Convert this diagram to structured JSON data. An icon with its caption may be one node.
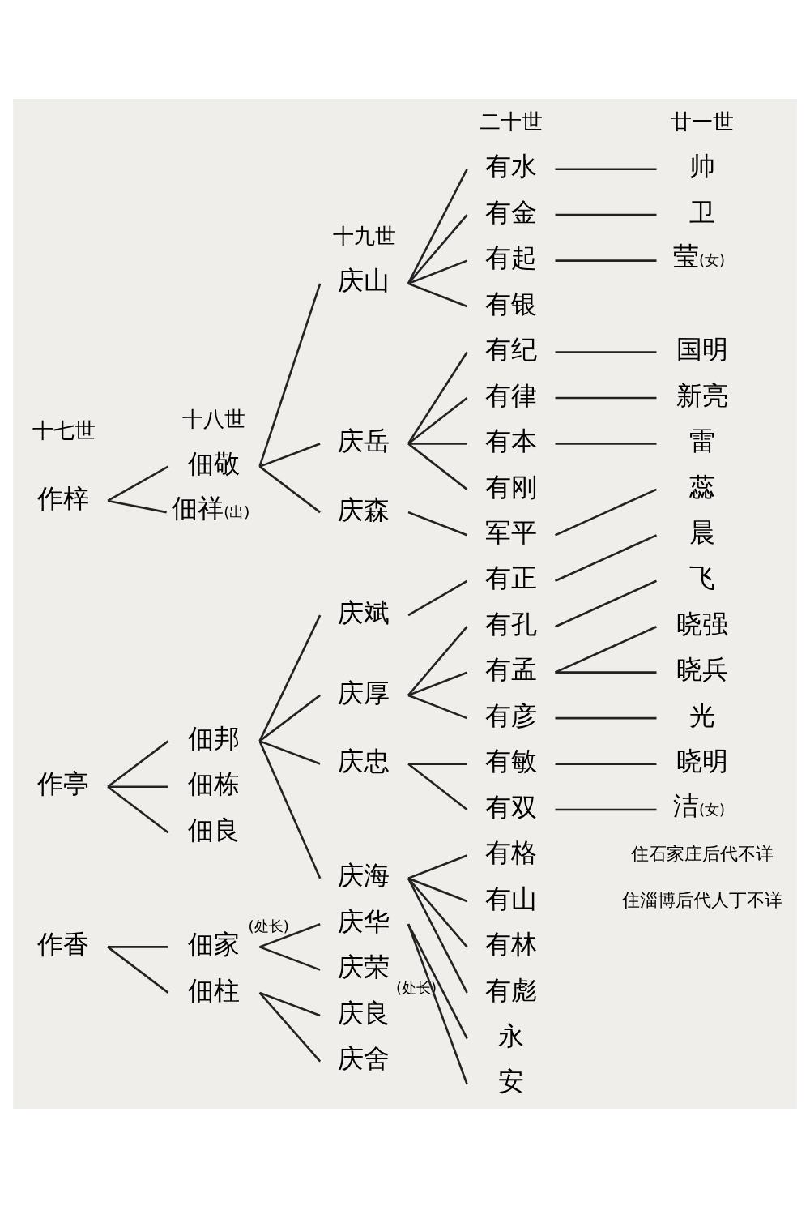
{
  "diagram": {
    "nodes": [
      {
        "text": [
          "作梓"
        ]
      },
      {
        "text": [
          "佃敬"
        ]
      },
      {
        "text": [
          "庆山"
        ]
      },
      {
        "text": [
          "有水"
        ]
      },
      {
        "text": [
          "帅"
        ]
      },
      {
        "text": [
          "有金"
        ]
      },
      {
        "text": [
          "卫"
        ]
      },
      {
        "text": [
          "有起"
        ]
      },
      {
        "text": [
          "莹"
        ],
        "beside": [
          "(女)"
        ]
      },
      {
        "text": [
          "有银"
        ]
      },
      {
        "text": [
          "庆岳"
        ]
      },
      {
        "text": [
          "有纪"
        ]
      },
      {
        "text": [
          "国明"
        ]
      },
      {
        "text": [
          "有律"
        ]
      },
      {
        "text": [
          "新亮"
        ]
      },
      {
        "text": [
          "有本"
        ]
      },
      {
        "text": [
          "雷"
        ]
      },
      {
        "text": [
          "有刚"
        ]
      },
      {
        "text": [
          "佃祥"
        ],
        "beside": [
          "(出)"
        ]
      },
      {
        "text": [
          "庆森"
        ]
      },
      {
        "text": [
          "军平"
        ]
      },
      {
        "text": [
          "蕊"
        ]
      },
      {
        "text": [
          "作亭"
        ]
      },
      {
        "text": [
          "佃邦"
        ]
      },
      {
        "text": [
          "庆斌"
        ]
      },
      {
        "text": [
          "有正"
        ]
      },
      {
        "text": [
          "晨"
        ]
      },
      {
        "text": [
          "庆厚"
        ]
      },
      {
        "text": [
          "有孔"
        ]
      },
      {
        "text": [
          "飞"
        ]
      },
      {
        "text": [
          "有孟"
        ]
      },
      {
        "text": [
          "晓强"
        ]
      },
      {
        "text": [
          "晓兵"
        ]
      },
      {
        "text": [
          "有彦"
        ]
      },
      {
        "text": [
          "光"
        ]
      },
      {
        "text": [
          "庆忠"
        ]
      },
      {
        "text": [
          "有敏"
        ]
      },
      {
        "text": [
          "晓明"
        ]
      },
      {
        "text": [
          "有双"
        ]
      },
      {
        "text": [
          "洁"
        ],
        "beside": [
          "(女)"
        ]
      },
      {
        "text": [
          "庆海"
        ]
      },
      {
        "text": [
          "有格"
        ]
      },
      {
        "text": [
          "有山"
        ]
      },
      {
        "text": [
          "有林"
        ]
      },
      {
        "text": [
          "有彪"
        ]
      },
      {
        "text": [
          "佃栋"
        ]
      },
      {
        "text": [
          "佃良"
        ]
      },
      {
        "text": [
          "作香"
        ]
      },
      {
        "text": [
          "佃家"
        ]
      },
      {
        "text": [
          "庆华"
        ]
      },
      {
        "text": [
          "永"
        ]
      },
      {
        "text": [
          "安"
        ]
      },
      {
        "text": [
          "庆荣"
        ]
      },
      {
        "text": [
          "佃柱"
        ]
      },
      {
        "text": [
          "庆良"
        ]
      },
      {
        "text": [
          "庆舍"
        ]
      }
    ],
    "edges": [
      {
        "from": 0,
        "to": 1,
        "arrow": "none"
      },
      {
        "from": 0,
        "to": 18,
        "arrow": "none"
      },
      {
        "from": 1,
        "to": 2,
        "arrow": "none"
      },
      {
        "from": 1,
        "to": 10,
        "arrow": "none"
      },
      {
        "from": 1,
        "to": 19,
        "arrow": "none"
      },
      {
        "from": 2,
        "to": 3,
        "arrow": "none"
      },
      {
        "from": 2,
        "to": 5,
        "arrow": "none"
      },
      {
        "from": 2,
        "to": 7,
        "arrow": "none"
      },
      {
        "from": 2,
        "to": 9,
        "arrow": "none"
      },
      {
        "from": 3,
        "to": 4,
        "arrow": "none"
      },
      {
        "from": 5,
        "to": 6,
        "arrow": "none"
      },
      {
        "from": 7,
        "to": 8,
        "arrow": "none"
      },
      {
        "from": 10,
        "to": 11,
        "arrow": "none"
      },
      {
        "from": 10,
        "to": 13,
        "arrow": "none"
      },
      {
        "from": 10,
        "to": 15,
        "arrow": "none"
      },
      {
        "from": 10,
        "to": 17,
        "arrow": "none"
      },
      {
        "from": 11,
        "to": 12,
        "arrow": "none"
      },
      {
        "from": 13,
        "to": 14,
        "arrow": "none"
      },
      {
        "from": 15,
        "to": 16,
        "arrow": "none"
      },
      {
        "from": 19,
        "to": 20,
        "arrow": "none"
      },
      {
        "from": 20,
        "to": 21,
        "arrow": "none"
      },
      {
        "from": 22,
        "to": 23,
        "arrow": "none"
      },
      {
        "from": 22,
        "to": 45,
        "arrow": "none"
      },
      {
        "from": 22,
        "to": 46,
        "arrow": "none"
      },
      {
        "from": 23,
        "to": 24,
        "arrow": "none"
      },
      {
        "from": 23,
        "to": 27,
        "arrow": "none"
      },
      {
        "from": 23,
        "to": 35,
        "arrow": "none"
      },
      {
        "from": 23,
        "to": 40,
        "arrow": "none"
      },
      {
        "from": 24,
        "to": 25,
        "arrow": "none"
      },
      {
        "from": 25,
        "to": 26,
        "arrow": "none"
      },
      {
        "from": 27,
        "to": 28,
        "arrow": "none"
      },
      {
        "from": 27,
        "to": 30,
        "arrow": "none"
      },
      {
        "from": 27,
        "to": 33,
        "arrow": "none"
      },
      {
        "from": 28,
        "to": 29,
        "arrow": "none"
      },
      {
        "from": 30,
        "to": 31,
        "arrow": "none"
      },
      {
        "from": 30,
        "to": 32,
        "arrow": "none"
      },
      {
        "from": 33,
        "to": 34,
        "arrow": "none"
      },
      {
        "from": 35,
        "to": 36,
        "arrow": "none"
      },
      {
        "from": 35,
        "to": 38,
        "arrow": "none"
      },
      {
        "from": 36,
        "to": 37,
        "arrow": "none"
      },
      {
        "from": 38,
        "to": 39,
        "arrow": "none"
      },
      {
        "from": 40,
        "to": 41,
        "arrow": "none"
      },
      {
        "from": 40,
        "to": 42,
        "arrow": "none"
      },
      {
        "from": 40,
        "to": 43,
        "arrow": "none"
      },
      {
        "from": 40,
        "to": 44,
        "arrow": "none"
      },
      {
        "from": 47,
        "to": 48,
        "arrow": "none"
      },
      {
        "from": 47,
        "to": 53,
        "arrow": "none"
      },
      {
        "from": 48,
        "to": 49,
        "label": "(处长)",
        "arrow": "none"
      },
      {
        "from": 48,
        "to": 52,
        "arrow": "none"
      },
      {
        "from": 49,
        "to": 50,
        "label": "(处长)",
        "arrow": "none"
      },
      {
        "from": 49,
        "to": 51,
        "arrow": "none"
      },
      {
        "from": 53,
        "to": 54,
        "arrow": "none"
      },
      {
        "from": 53,
        "to": 55,
        "arrow": "none"
      }
    ],
    "labels": [
      "十七世",
      "十八世",
      "十九世",
      "二十世",
      "廿一世",
      "住石家庄后代不详",
      "住淄博后代人丁不详"
    ]
  }
}
